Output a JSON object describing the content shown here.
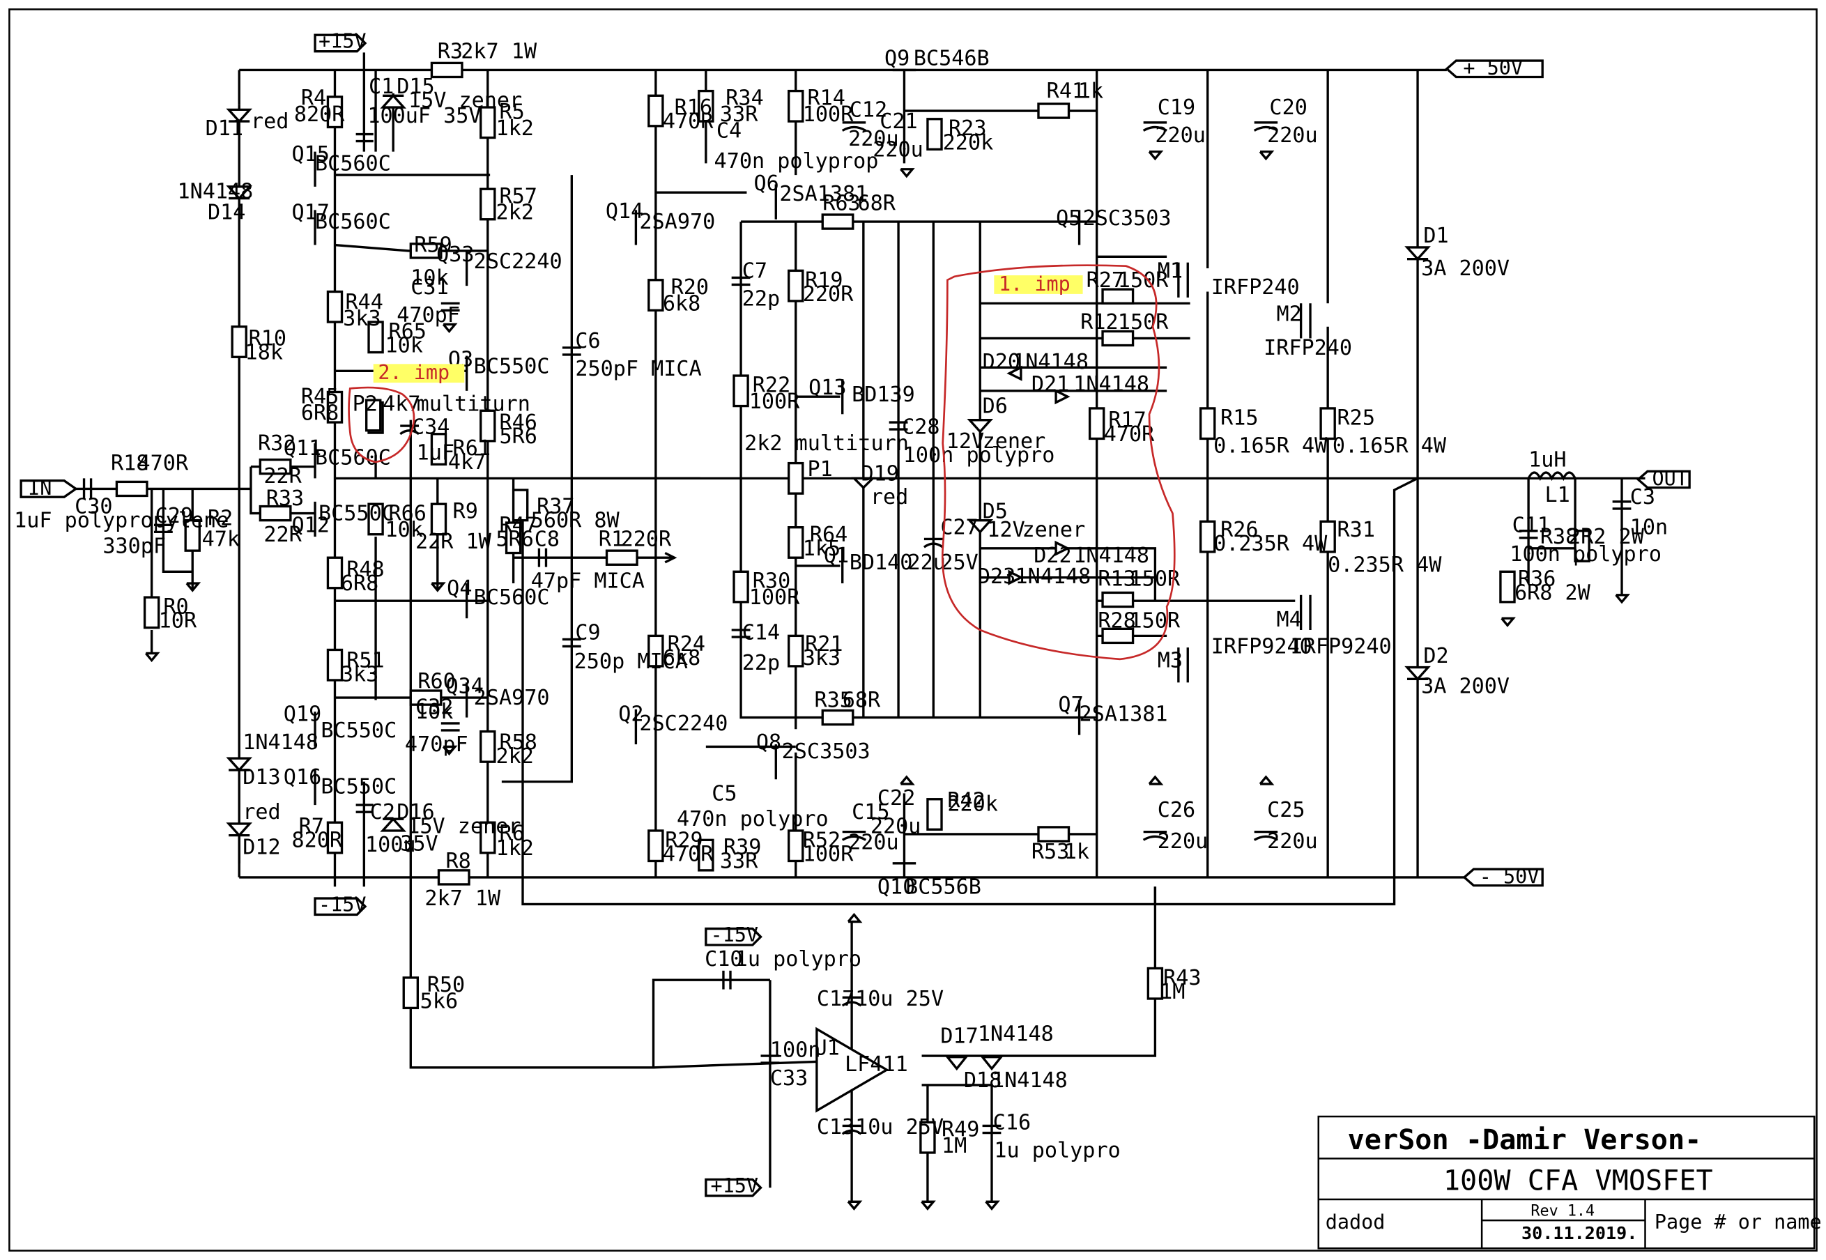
{
  "ports": {
    "in": "IN",
    "out": "OUT",
    "p50": "+ 50V",
    "m50": "- 50V",
    "p15a": "+15V",
    "m15a": "-15V",
    "m15b": "-15V",
    "p15b": "+15V"
  },
  "annotations": {
    "imp1": "1. imp",
    "imp2": "2. imp"
  },
  "annotation_color": "#c62828",
  "highlight_color": "#ffff66",
  "title_block": {
    "company": "verSon  -Damir Verson-",
    "title": "100W CFA VMOSFET",
    "author": "dadod",
    "rev": "Rev 1.4",
    "date": "30.11.2019.",
    "page": "Page # or name"
  },
  "labels": [
    "R3",
    "2k7 1W",
    "C1",
    "D15",
    "15V zener",
    "100uF 35V",
    "R4",
    "820R",
    "R5",
    "1k2",
    "D11",
    "red",
    "Q15",
    "BC560C",
    "1N4148",
    "D14",
    "Q17",
    "BC560C",
    "R57",
    "2k2",
    "R59",
    "10k",
    "Q33",
    "2SC2240",
    "C31",
    "470pF",
    "R44",
    "3k3",
    "R65",
    "10k",
    "R10",
    "18k",
    "Q3",
    "BC550C",
    "R45",
    "6R8",
    "P2",
    "4k7",
    "multiturn",
    "C34",
    "1uF",
    "R61",
    "4k7",
    "R46",
    "5R6",
    "R32",
    "22R",
    "Q11",
    "BC560C",
    "R33",
    "22R",
    "BC550C",
    "Q12",
    "R66",
    "10k",
    "R9",
    "22R 1W",
    "R47",
    "5R6",
    "R37",
    "560R 8W",
    "R18",
    "470R",
    "C30",
    "1uF polypropylene",
    "C29",
    "330pF",
    "R2",
    "47k",
    "R0",
    "10R",
    "R48",
    "6R8",
    "Q4",
    "BC560C",
    "R51",
    "3k3",
    "R60",
    "10k",
    "Q34",
    "2SA970",
    "C32",
    "470pF",
    "Q19",
    "BC550C",
    "R58",
    "2k2",
    "1N4148",
    "D13",
    "Q16",
    "BC550C",
    "red",
    "D12",
    "R7",
    "820R",
    "C2",
    "100u",
    "D16",
    "15V zener",
    "35V",
    "R6",
    "1k2",
    "R8",
    "2k7 1W",
    "R16",
    "470R",
    "R34",
    "33R",
    "C4",
    "470n polyprop",
    "R14",
    "100R",
    "C12",
    "220u",
    "Q9",
    "BC546B",
    "C21",
    "220u",
    "R23",
    "220k",
    "R41",
    "1k",
    "C19",
    "220u",
    "C20",
    "220u",
    "Q6",
    "2SA1381",
    "R63",
    "68R",
    "Q14",
    "2SA970",
    "C6",
    "250pF MICA",
    "C7",
    "22p",
    "R20",
    "6k8",
    "R19",
    "220R",
    "R22",
    "100R",
    "Q13",
    "BD139",
    "2k2 multiturn",
    "P1",
    "C28",
    "100n polypro",
    "D19",
    "red",
    "R64",
    "1k5",
    "Q1",
    "BD140",
    "C8",
    "47pF MICA",
    "R1",
    "220R",
    "R30",
    "100R",
    "C9",
    "250p MICA",
    "C14",
    "22p",
    "R21",
    "3k3",
    "R24",
    "6k8",
    "Q2",
    "2SC2240",
    "R35",
    "68R",
    "Q8",
    "2SC3503",
    "C5",
    "470n polypro",
    "R29",
    "470R",
    "R39",
    "33R",
    "R52",
    "100R",
    "C15",
    "220u",
    "C22",
    "220u",
    "R42",
    "220k",
    "R53",
    "1k",
    "Q10",
    "BC556B",
    "Q5",
    "2SC3503",
    "Q7",
    "2SA1381",
    "R27",
    "150R",
    "M1",
    "IRFP240",
    "R12",
    "150R",
    "M2",
    "IRFP240",
    "D20",
    "1N4148",
    "D21",
    "1N4148",
    "D6",
    "12V",
    "zener",
    "R17",
    "470R",
    "D5",
    "12V",
    "zener",
    "C27",
    "22u",
    "25V",
    "D22",
    "1N4148",
    "D23",
    "1N4148",
    "R13",
    "150R",
    "R28",
    "150R",
    "M3",
    "IRFP9240",
    "M4",
    "IRFP9240",
    "R15",
    "0.165R 4W",
    "R25",
    "0.165R 4W",
    "R26",
    "0.235R 4W",
    "R31",
    "0.235R 4W",
    "D1",
    "3A 200V",
    "D2",
    "3A 200V",
    "C26",
    "220u",
    "C25",
    "220u",
    "1uH",
    "L1",
    "C11",
    "100n polypro",
    "R38",
    "2R2 2W",
    "R36",
    "6R8 2W",
    "C3",
    "10n",
    "C10",
    "1u polypro",
    "C17",
    "10u 25V",
    "C13",
    "10u 25V",
    "C33",
    "100n",
    "U1",
    "LF411",
    "D17",
    "1N4148",
    "D18",
    "1N4148",
    "R49",
    "1M",
    "C16",
    "1u polypro",
    "R43",
    "1M",
    "R50",
    "5k6"
  ]
}
